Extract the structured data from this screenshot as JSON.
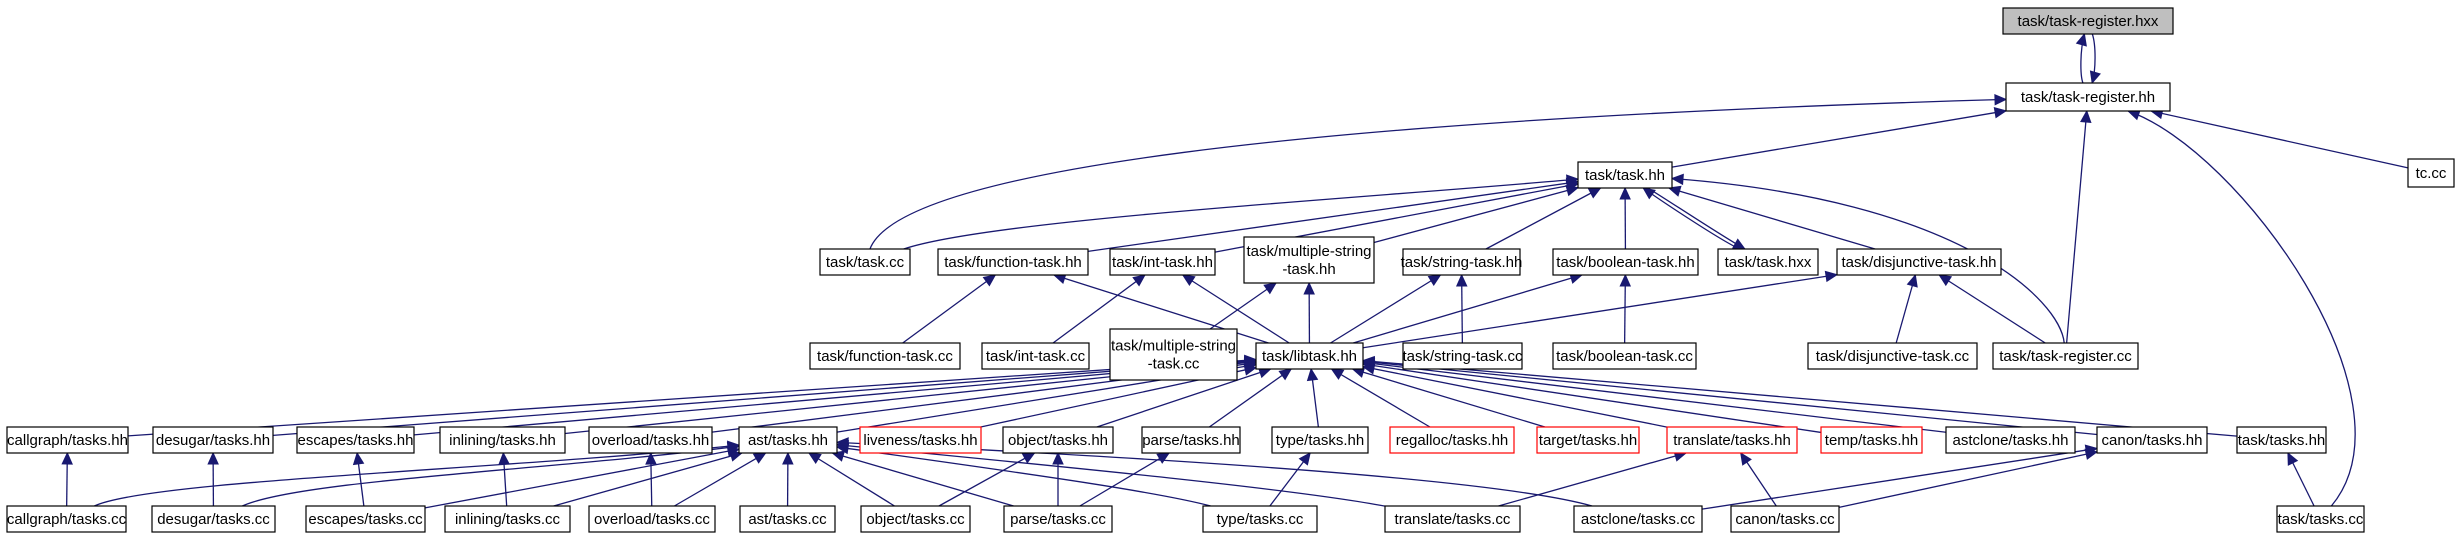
{
  "nodes": {
    "hxx": {
      "label": "task/task-register.hxx",
      "root": true
    },
    "reg": {
      "label": "task/task-register.hh"
    },
    "tc": {
      "label": "tc.cc"
    },
    "task": {
      "label": "task/task.hh"
    },
    "taskcc": {
      "label": "task/task.cc"
    },
    "funchh": {
      "label": "task/function-task.hh"
    },
    "inthh": {
      "label": "task/int-task.hh"
    },
    "mshh": {
      "label": "task/multiple-string\n-task.hh"
    },
    "strhh": {
      "label": "task/string-task.hh"
    },
    "boolhh": {
      "label": "task/boolean-task.hh"
    },
    "taskhxx": {
      "label": "task/task.hxx"
    },
    "disjhh": {
      "label": "task/disjunctive-task.hh"
    },
    "funccc": {
      "label": "task/function-task.cc"
    },
    "intcc": {
      "label": "task/int-task.cc"
    },
    "mscc": {
      "label": "task/multiple-string\n-task.cc"
    },
    "lib": {
      "label": "task/libtask.hh"
    },
    "strcc": {
      "label": "task/string-task.cc"
    },
    "boolcc": {
      "label": "task/boolean-task.cc"
    },
    "disjcc": {
      "label": "task/disjunctive-task.cc"
    },
    "regcc": {
      "label": "task/task-register.cc"
    },
    "cg": {
      "label": "callgraph/tasks.hh"
    },
    "des": {
      "label": "desugar/tasks.hh"
    },
    "esc": {
      "label": "escapes/tasks.hh"
    },
    "inl": {
      "label": "inlining/tasks.hh"
    },
    "ovl": {
      "label": "overload/tasks.hh"
    },
    "ast": {
      "label": "ast/tasks.hh"
    },
    "live": {
      "label": "liveness/tasks.hh",
      "truncated": true
    },
    "obj": {
      "label": "object/tasks.hh"
    },
    "parse": {
      "label": "parse/tasks.hh"
    },
    "type": {
      "label": "type/tasks.hh"
    },
    "regal": {
      "label": "regalloc/tasks.hh",
      "truncated": true
    },
    "target": {
      "label": "target/tasks.hh",
      "truncated": true
    },
    "trans": {
      "label": "translate/tasks.hh",
      "truncated": true
    },
    "temp": {
      "label": "temp/tasks.hh",
      "truncated": true
    },
    "astc": {
      "label": "astclone/tasks.hh"
    },
    "canon": {
      "label": "canon/tasks.hh"
    },
    "ttasks": {
      "label": "task/tasks.hh"
    },
    "cgcc": {
      "label": "callgraph/tasks.cc"
    },
    "descc": {
      "label": "desugar/tasks.cc"
    },
    "esccc": {
      "label": "escapes/tasks.cc"
    },
    "inlcc": {
      "label": "inlining/tasks.cc"
    },
    "ovlcc": {
      "label": "overload/tasks.cc"
    },
    "astcc": {
      "label": "ast/tasks.cc"
    },
    "objcc": {
      "label": "object/tasks.cc"
    },
    "parsecc": {
      "label": "parse/tasks.cc"
    },
    "typecc": {
      "label": "type/tasks.cc"
    },
    "transcc": {
      "label": "translate/tasks.cc"
    },
    "astccc": {
      "label": "astclone/tasks.cc"
    },
    "canoncc": {
      "label": "canon/tasks.cc"
    },
    "ttaskscc": {
      "label": "task/tasks.cc"
    }
  },
  "edges": [
    [
      "hxx",
      "reg"
    ],
    [
      "reg",
      "hxx"
    ],
    [
      "reg",
      "task"
    ],
    [
      "reg",
      "taskcc"
    ],
    [
      "reg",
      "regcc"
    ],
    [
      "reg",
      "tc"
    ],
    [
      "reg",
      "ttaskscc"
    ],
    [
      "task",
      "taskcc"
    ],
    [
      "task",
      "funchh"
    ],
    [
      "task",
      "inthh"
    ],
    [
      "task",
      "mshh"
    ],
    [
      "task",
      "strhh"
    ],
    [
      "task",
      "boolhh"
    ],
    [
      "task",
      "taskhxx"
    ],
    [
      "taskhxx",
      "task"
    ],
    [
      "task",
      "disjhh"
    ],
    [
      "task",
      "regcc"
    ],
    [
      "funchh",
      "funccc"
    ],
    [
      "funchh",
      "lib"
    ],
    [
      "inthh",
      "intcc"
    ],
    [
      "inthh",
      "lib"
    ],
    [
      "mshh",
      "mscc"
    ],
    [
      "mshh",
      "lib"
    ],
    [
      "strhh",
      "lib"
    ],
    [
      "strhh",
      "strcc"
    ],
    [
      "boolhh",
      "lib"
    ],
    [
      "boolhh",
      "boolcc"
    ],
    [
      "disjhh",
      "lib"
    ],
    [
      "disjhh",
      "disjcc"
    ],
    [
      "disjhh",
      "regcc"
    ],
    [
      "lib",
      "cg"
    ],
    [
      "lib",
      "des"
    ],
    [
      "lib",
      "esc"
    ],
    [
      "lib",
      "inl"
    ],
    [
      "lib",
      "ovl"
    ],
    [
      "lib",
      "ast"
    ],
    [
      "lib",
      "live"
    ],
    [
      "lib",
      "obj"
    ],
    [
      "lib",
      "parse"
    ],
    [
      "lib",
      "type"
    ],
    [
      "lib",
      "regal"
    ],
    [
      "lib",
      "target"
    ],
    [
      "lib",
      "trans"
    ],
    [
      "lib",
      "temp"
    ],
    [
      "lib",
      "astc"
    ],
    [
      "lib",
      "canon"
    ],
    [
      "lib",
      "ttasks"
    ],
    [
      "cg",
      "cgcc"
    ],
    [
      "des",
      "descc"
    ],
    [
      "esc",
      "esccc"
    ],
    [
      "inl",
      "inlcc"
    ],
    [
      "ovl",
      "ovlcc"
    ],
    [
      "ast",
      "cgcc"
    ],
    [
      "ast",
      "descc"
    ],
    [
      "ast",
      "esccc"
    ],
    [
      "ast",
      "inlcc"
    ],
    [
      "ast",
      "ovlcc"
    ],
    [
      "ast",
      "astcc"
    ],
    [
      "ast",
      "objcc"
    ],
    [
      "ast",
      "parsecc"
    ],
    [
      "ast",
      "typecc"
    ],
    [
      "ast",
      "transcc"
    ],
    [
      "ast",
      "astccc"
    ],
    [
      "obj",
      "objcc"
    ],
    [
      "obj",
      "parsecc"
    ],
    [
      "parse",
      "parsecc"
    ],
    [
      "type",
      "typecc"
    ],
    [
      "trans",
      "transcc"
    ],
    [
      "trans",
      "canoncc"
    ],
    [
      "canon",
      "astccc"
    ],
    [
      "canon",
      "canoncc"
    ],
    [
      "ttasks",
      "ttaskscc"
    ]
  ]
}
